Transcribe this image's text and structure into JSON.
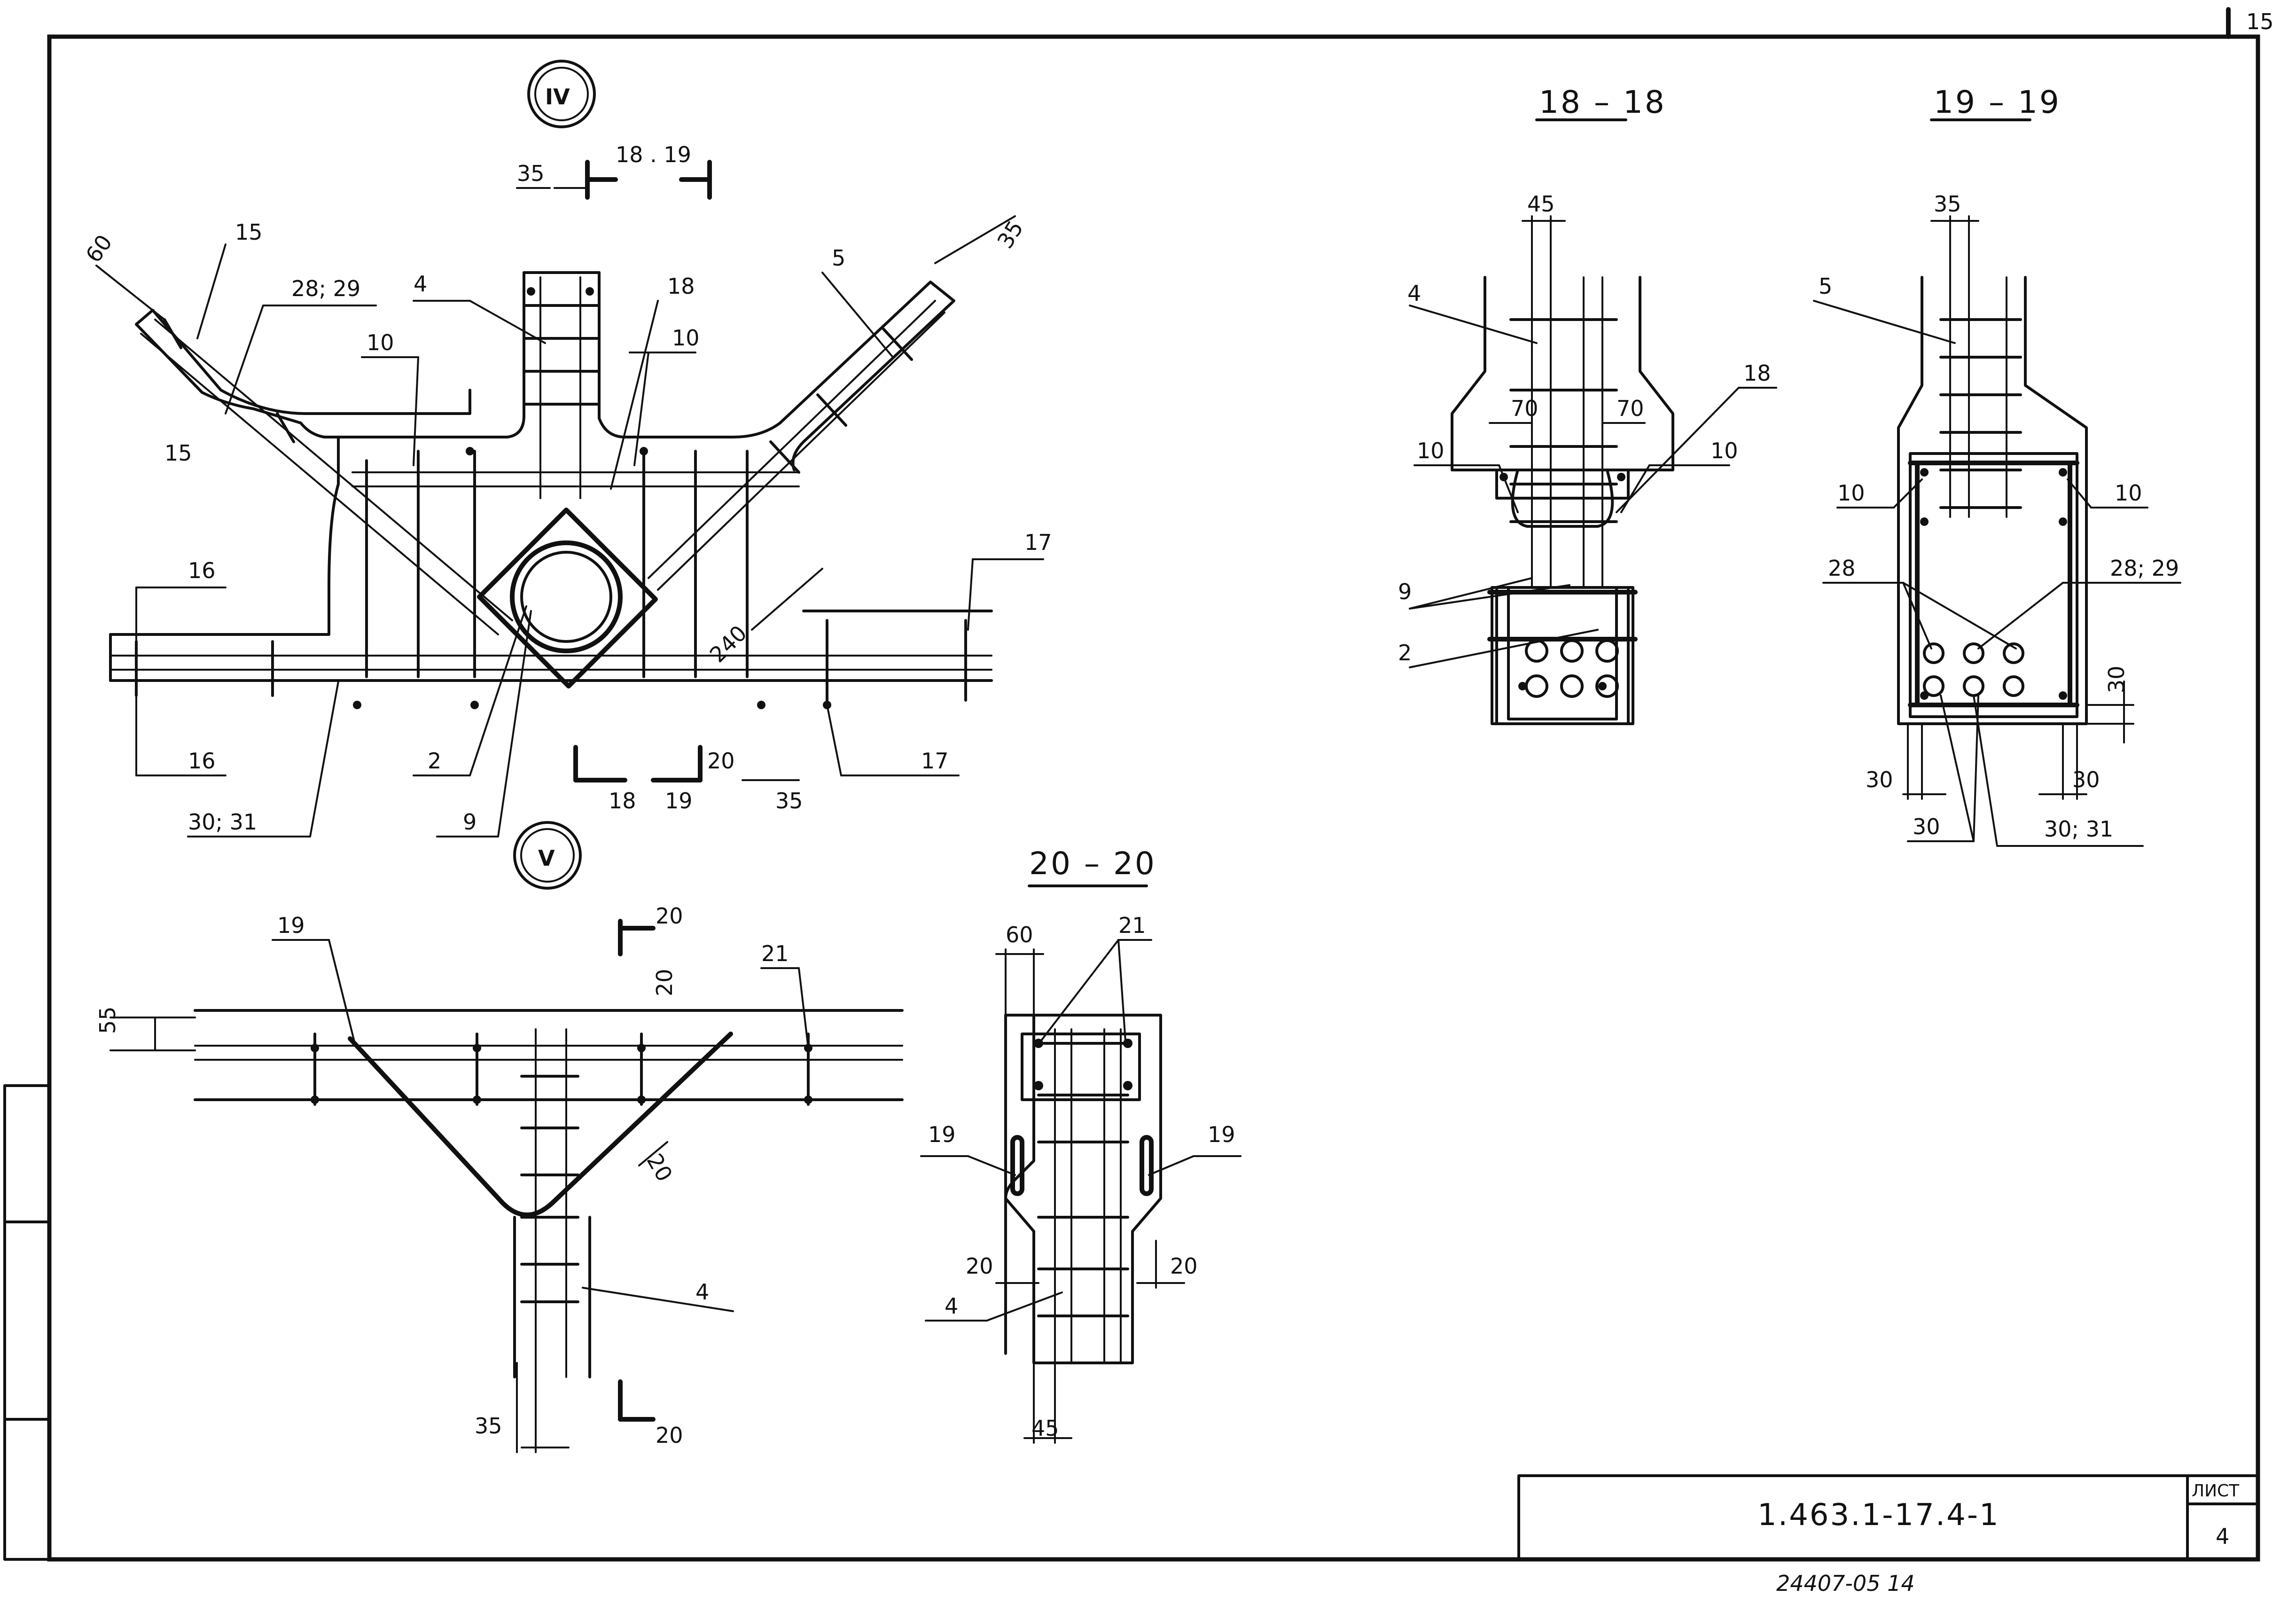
{
  "sheet": {
    "corner_mark": "15",
    "drawing_code": "1.463.1-17.4-1",
    "sheet_label": "ЛИСТ",
    "sheet_number": "4",
    "inventory_number": "24407-05  14"
  },
  "node_iv": {
    "marker": "IV",
    "section_label_top": "18 . 19",
    "section_label_bottom_18": "18",
    "section_label_bottom_19": "19",
    "dims": {
      "d35_top": "35",
      "d60": "60",
      "d35_diag": "35",
      "d240": "240",
      "d20": "20",
      "d35_bottom": "35"
    },
    "labels": {
      "l15a": "15",
      "l15b": "15",
      "l28_29": "28; 29",
      "l4": "4",
      "l10a": "10",
      "l18": "18",
      "l10b": "10",
      "l5": "5",
      "l17a": "17",
      "l17b": "17",
      "l16a": "16",
      "l16b": "16",
      "l30_31": "30; 31",
      "l2": "2",
      "l9": "9"
    }
  },
  "node_v": {
    "marker": "V",
    "section_label_top": "20",
    "section_label_bottom": "20",
    "dims": {
      "d55": "55",
      "d20_top": "20",
      "d20_diag": "20",
      "d35": "35"
    },
    "labels": {
      "l19": "19",
      "l21": "21",
      "l4": "4"
    }
  },
  "section_18": {
    "title": "18 – 18",
    "dims": {
      "d45": "45",
      "d70a": "70",
      "d70b": "70"
    },
    "labels": {
      "l4": "4",
      "l18": "18",
      "l10a": "10",
      "l10b": "10",
      "l9": "9",
      "l2": "2"
    }
  },
  "section_19": {
    "title": "19 – 19",
    "dims": {
      "d35": "35",
      "d30_right": "30",
      "d30_bl": "30",
      "d30_br": "30"
    },
    "labels": {
      "l5": "5",
      "l10a": "10",
      "l10b": "10",
      "l28": "28",
      "l28_29": "28; 29",
      "l30": "30",
      "l30_31": "30; 31"
    }
  },
  "section_20": {
    "title": "20 – 20",
    "dims": {
      "d60": "60",
      "d20a": "20",
      "d20b": "20",
      "d45": "45"
    },
    "labels": {
      "l21": "21",
      "l19a": "19",
      "l19b": "19",
      "l4": "4"
    }
  }
}
